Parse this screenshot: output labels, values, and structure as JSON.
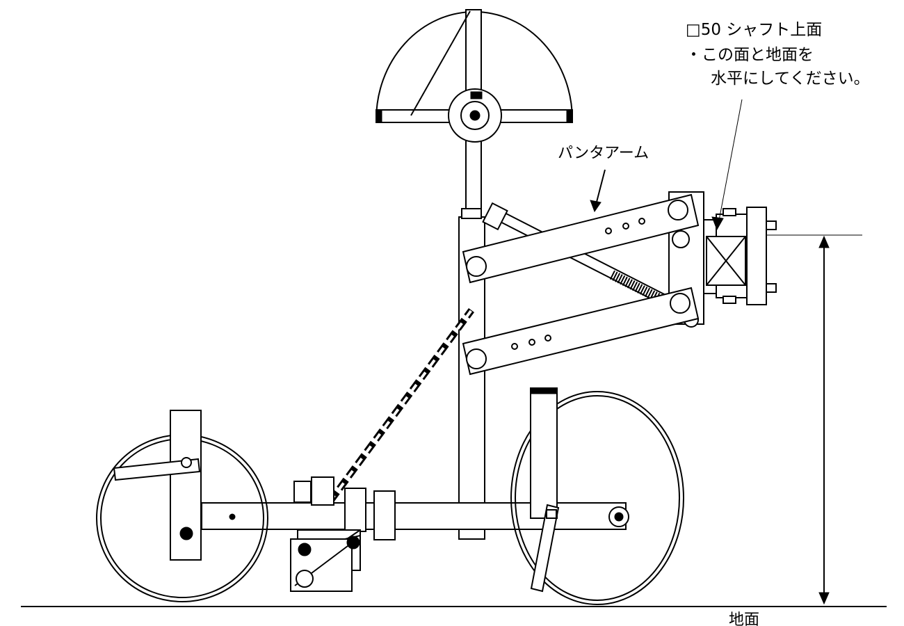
{
  "diagram": {
    "labels": {
      "shaft_line1": "□50 シャフト上面",
      "shaft_line2": "・この面と地面を",
      "shaft_line3": "水平にしてください。",
      "panta_arm": "パンタアーム",
      "ground": "地面"
    }
  }
}
